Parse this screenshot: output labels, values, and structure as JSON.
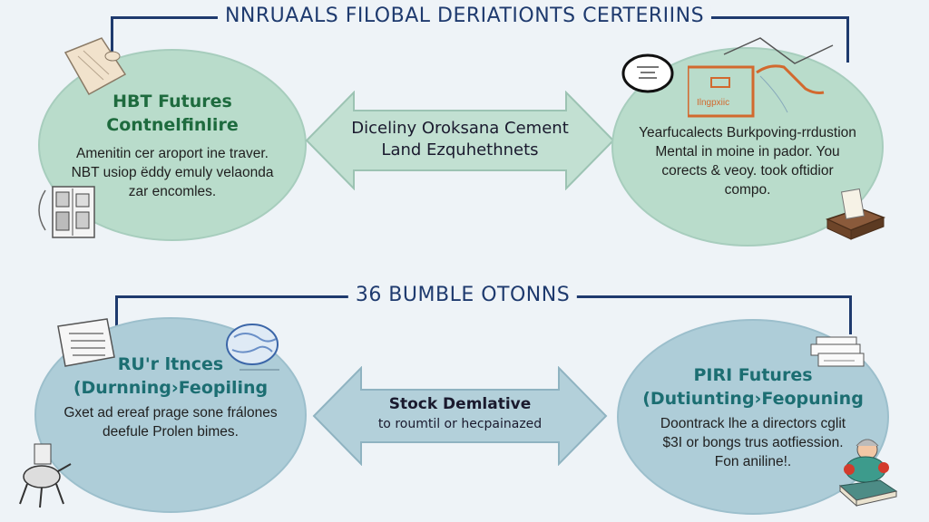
{
  "top_section": {
    "title": "NNRUAALS FILOBAL DERIATIONTS CERTERIINS",
    "left_node": {
      "title_line1": "HBT Futures",
      "title_line2": "Contnelfinlire",
      "body_line1": "Amenitin cer aroport ine traver.",
      "body_line2": "NBT usiop ëddy emuly velaonda",
      "body_line3": "zar encomles."
    },
    "connector": {
      "line1": "Diceliny Oroksana Cement",
      "line2": "Land Ezquhethnets"
    },
    "right_node": {
      "badge_label": "Ilngpxiic",
      "body_line1": "Yearfucalects Burkpoving-rrdustion",
      "body_line2": "Mental in moine in pador. You",
      "body_line3": "corects & veoy. took oftidior",
      "body_line4": "compo."
    }
  },
  "bottom_section": {
    "title": "36 BUMBLE OTONNS",
    "left_node": {
      "title_line1": "RU'r ltnces",
      "title_line2": "(Durnning›Feopiling",
      "body_line1": "Gxet ad ereaf prage sone frálones",
      "body_line2": "deefule Prolen bimes."
    },
    "connector": {
      "title": "Stock Demlative",
      "subtitle": "to roumtil or hecpainazed"
    },
    "right_node": {
      "title_line1": "PIRI Futures",
      "title_line2": "(Dutiunting›Feopuning",
      "body_line1": "Doontrack lhe a directors cglit",
      "body_line2": "$3I or bongs trus aotfiession.",
      "body_line3": "Fon aniline!."
    }
  },
  "colors": {
    "background": "#eef3f7",
    "bracket": "#1e3a6e",
    "top_ellipse": "#b9dccb",
    "bottom_ellipse": "#aecdd8",
    "top_arrow": "#c2e0d2",
    "bottom_arrow": "#b3d0da",
    "accent_orange": "#d2692e"
  },
  "icons": {
    "top_left_a": "paper-note-icon",
    "top_left_b": "newspaper-icon",
    "top_right_a": "stamp-seal-icon",
    "top_right_b": "map-route-icon",
    "top_right_c": "document-box-icon",
    "bottom_left_a": "paper-stack-icon",
    "bottom_left_b": "globe-icon",
    "bottom_left_c": "machine-icon",
    "bottom_right_a": "papers-icon",
    "bottom_right_b": "reader-with-book-icon"
  }
}
